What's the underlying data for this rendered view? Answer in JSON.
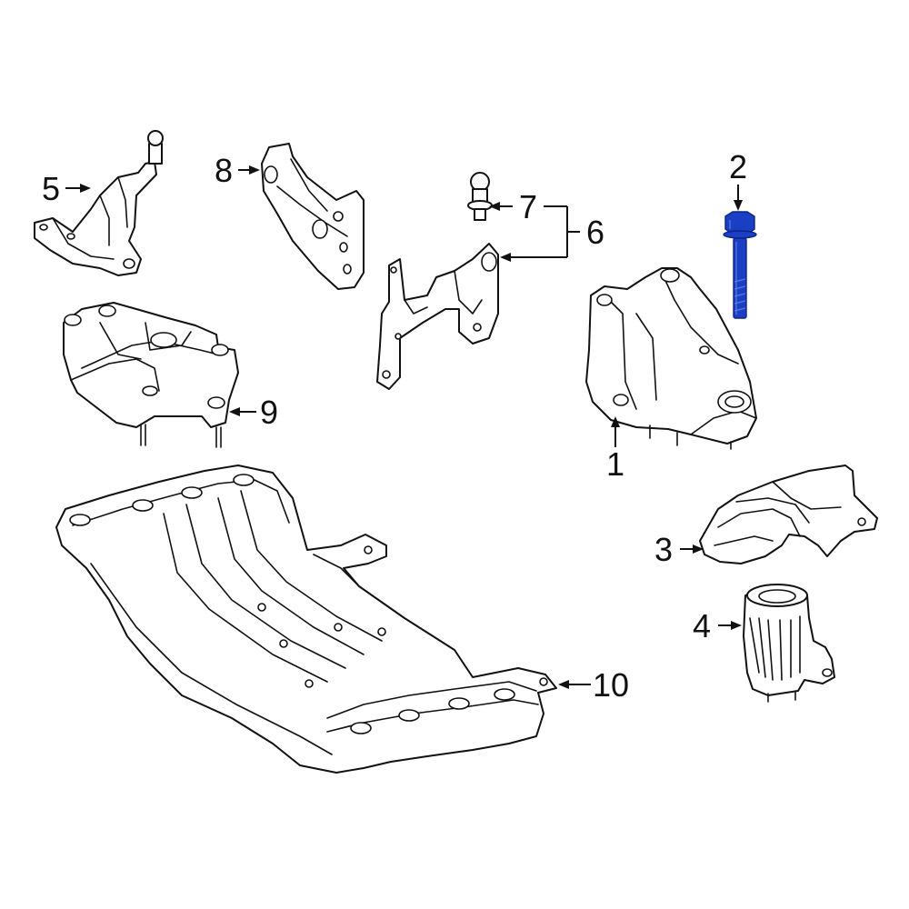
{
  "diagram": {
    "highlight_color": "#1a3fc4",
    "line_color": "#111111",
    "callouts": [
      {
        "id": "1",
        "label": "1"
      },
      {
        "id": "2",
        "label": "2"
      },
      {
        "id": "3",
        "label": "3"
      },
      {
        "id": "4",
        "label": "4"
      },
      {
        "id": "5",
        "label": "5"
      },
      {
        "id": "6",
        "label": "6"
      },
      {
        "id": "7",
        "label": "7"
      },
      {
        "id": "8",
        "label": "8"
      },
      {
        "id": "9",
        "label": "9"
      },
      {
        "id": "10",
        "label": "10"
      }
    ]
  }
}
